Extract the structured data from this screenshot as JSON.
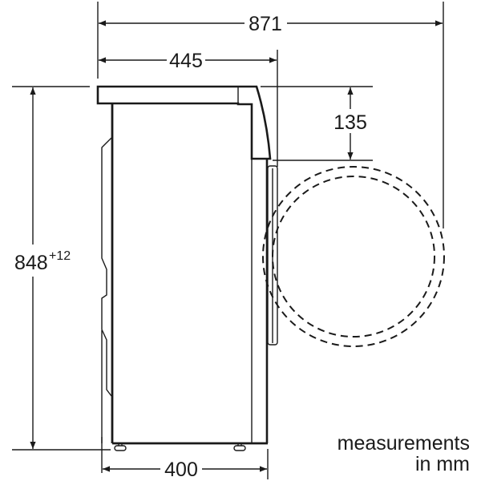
{
  "diagram": {
    "type": "technical-dimension-drawing",
    "subject": "washing machine side view with door swing",
    "colors": {
      "line": "#1a1a1a",
      "background": "#ffffff"
    },
    "dimensions": {
      "total_depth_door_open": {
        "value": "871"
      },
      "body_depth": {
        "value": "445"
      },
      "door_top_offset": {
        "value": "135"
      },
      "height": {
        "value": "848",
        "tolerance": "+12"
      },
      "base_depth": {
        "value": "400"
      }
    },
    "note": {
      "line1": "measurements",
      "line2": "in mm"
    }
  }
}
